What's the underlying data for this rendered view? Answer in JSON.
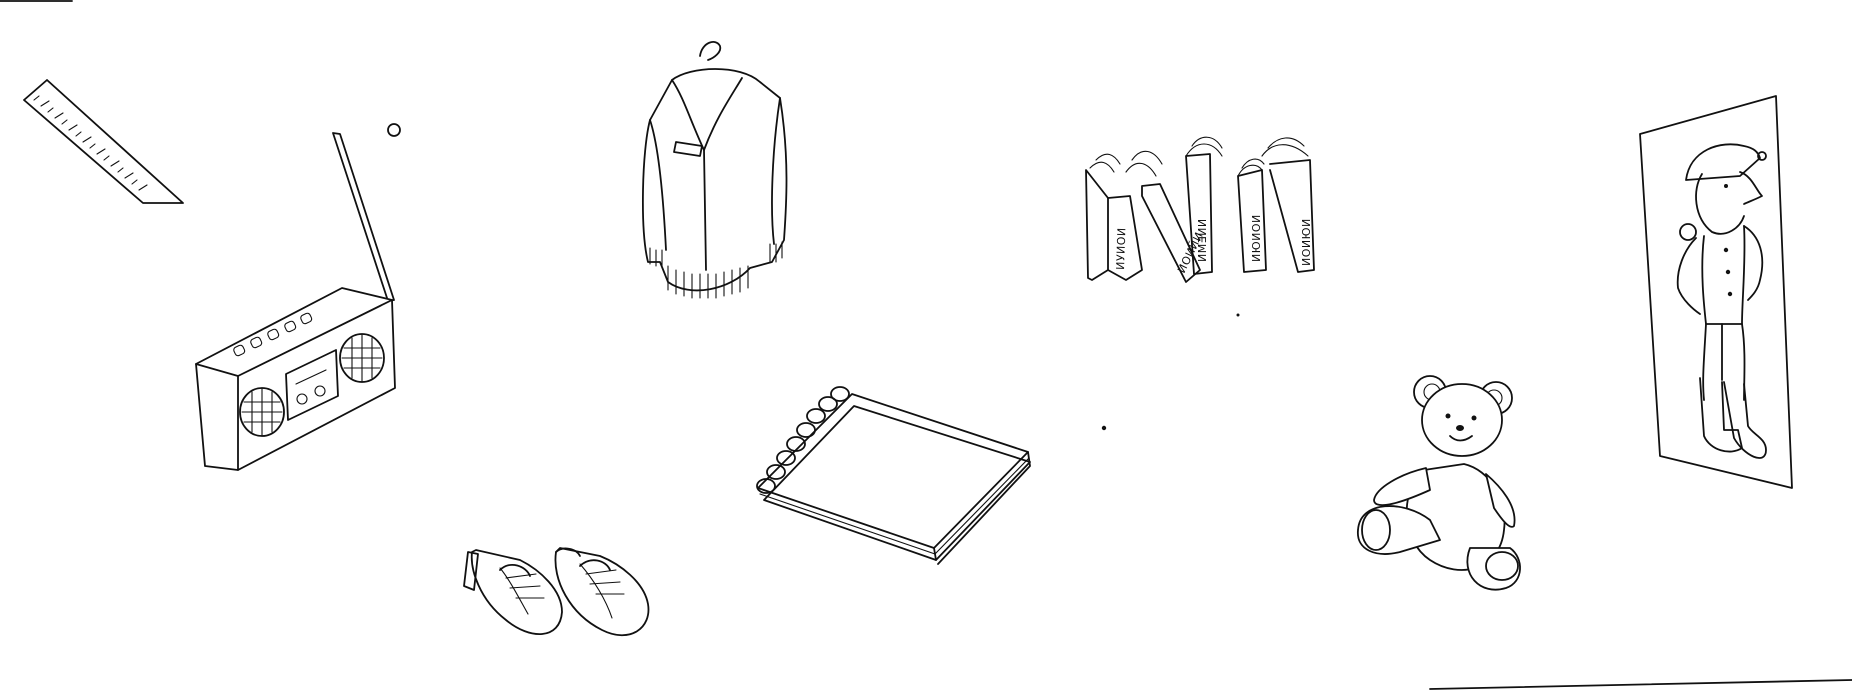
{
  "scene": {
    "background_color": "#ffffff",
    "ink_color": "#111111",
    "objects": [
      {
        "id": "ruler",
        "icon": "ruler-icon"
      },
      {
        "id": "radio",
        "icon": "radio-icon"
      },
      {
        "id": "jacket",
        "icon": "jacket-icon"
      },
      {
        "id": "shoes",
        "icon": "shoes-icon"
      },
      {
        "id": "notebook",
        "icon": "notebook-icon"
      },
      {
        "id": "books",
        "icon": "books-icon"
      },
      {
        "id": "teddy-bear",
        "icon": "teddy-bear-icon"
      },
      {
        "id": "poster",
        "icon": "poster-icon"
      }
    ]
  }
}
